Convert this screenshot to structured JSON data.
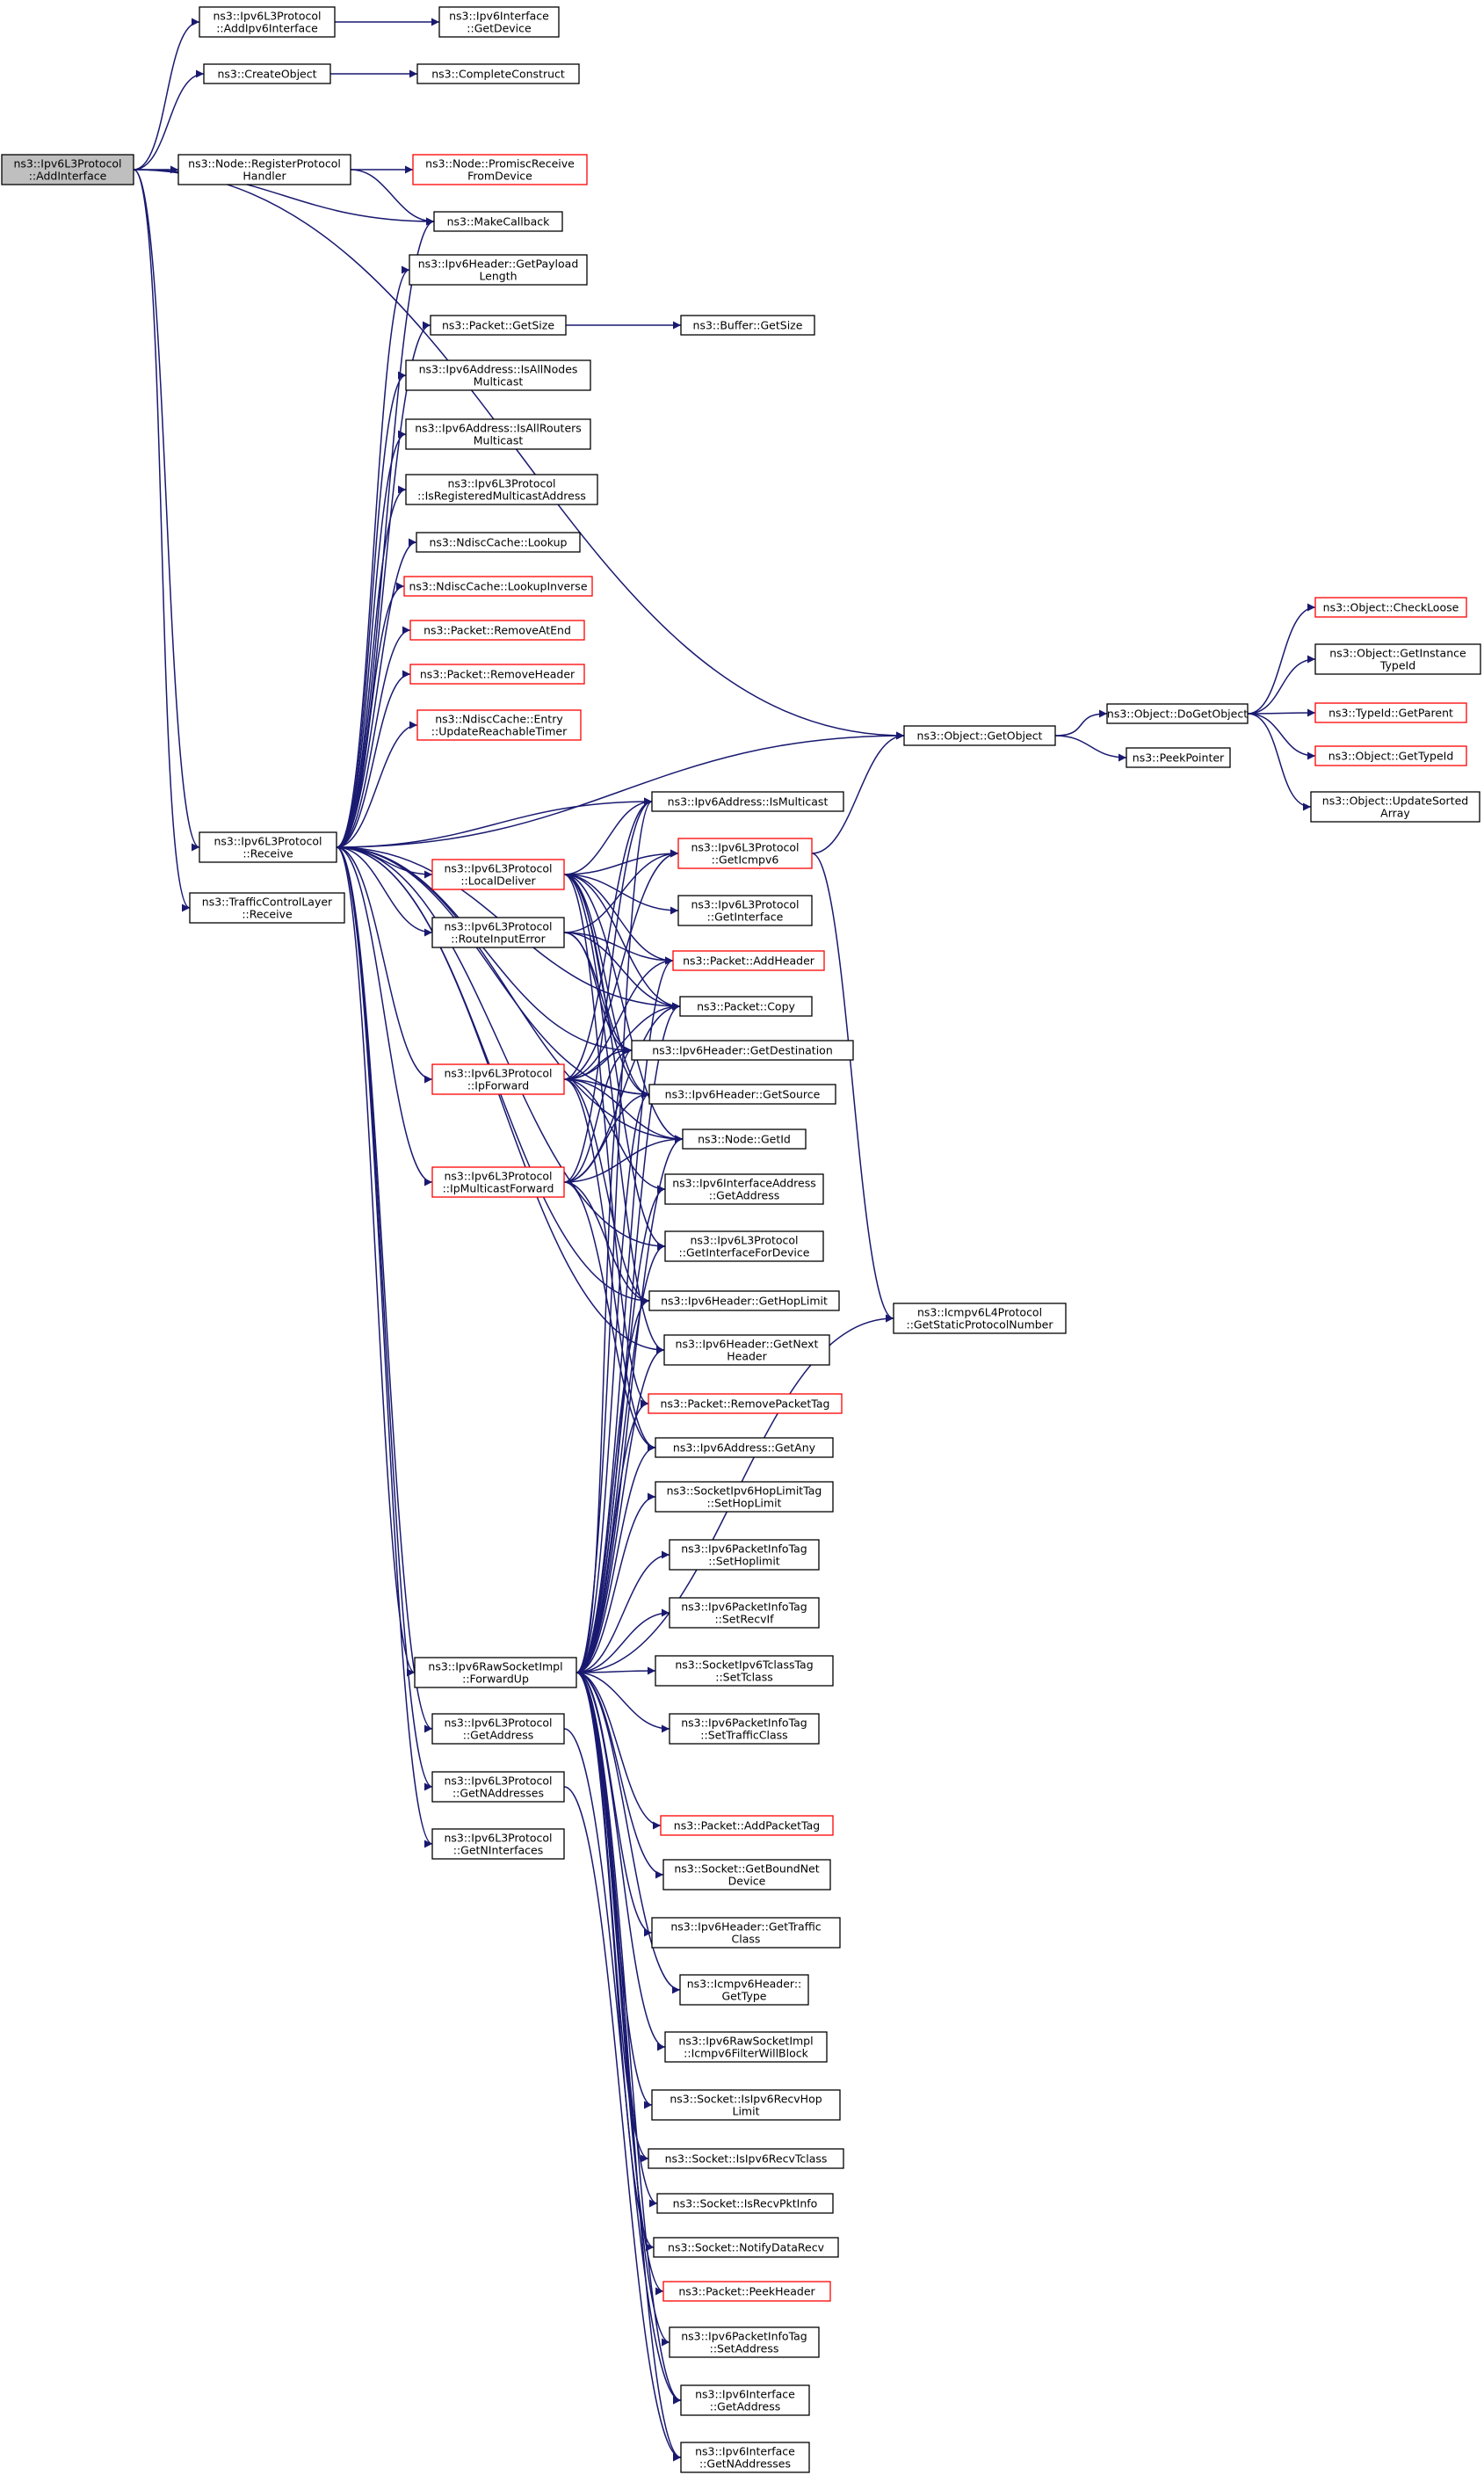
{
  "colors": {
    "edge": "#191970",
    "node_border": "#000000",
    "node_border_incomplete": "#ff0000",
    "root_fill": "#bfbfbf",
    "node_fill": "#ffffff"
  },
  "nodes": [
    {
      "id": "root",
      "lines": [
        "ns3::Ipv6L3Protocol",
        "::AddInterface"
      ],
      "root": true
    },
    {
      "id": "addipv6",
      "lines": [
        "ns3::Ipv6L3Protocol",
        "::AddIpv6Interface"
      ]
    },
    {
      "id": "ifgetdev",
      "lines": [
        "ns3::Ipv6Interface",
        "::GetDevice"
      ]
    },
    {
      "id": "createobj",
      "lines": [
        "ns3::CreateObject"
      ]
    },
    {
      "id": "complete",
      "lines": [
        "ns3::CompleteConstruct"
      ]
    },
    {
      "id": "regproto",
      "lines": [
        "ns3::Node::RegisterProtocol",
        "Handler"
      ]
    },
    {
      "id": "promisc",
      "lines": [
        "ns3::Node::PromiscReceive",
        "FromDevice"
      ],
      "incomplete": true
    },
    {
      "id": "makecb",
      "lines": [
        "ns3::MakeCallback"
      ]
    },
    {
      "id": "payload",
      "lines": [
        "ns3::Ipv6Header::GetPayload",
        "Length"
      ]
    },
    {
      "id": "pktsize",
      "lines": [
        "ns3::Packet::GetSize"
      ]
    },
    {
      "id": "bufsize",
      "lines": [
        "ns3::Buffer::GetSize"
      ]
    },
    {
      "id": "allnodes",
      "lines": [
        "ns3::Ipv6Address::IsAllNodes",
        "Multicast"
      ]
    },
    {
      "id": "allrouters",
      "lines": [
        "ns3::Ipv6Address::IsAllRouters",
        "Multicast"
      ]
    },
    {
      "id": "regmcast",
      "lines": [
        "ns3::Ipv6L3Protocol",
        "::IsRegisteredMulticastAddress"
      ]
    },
    {
      "id": "lookup",
      "lines": [
        "ns3::NdiscCache::Lookup"
      ]
    },
    {
      "id": "lookupinv",
      "lines": [
        "ns3::NdiscCache::LookupInverse"
      ],
      "incomplete": true
    },
    {
      "id": "rmend",
      "lines": [
        "ns3::Packet::RemoveAtEnd"
      ],
      "incomplete": true
    },
    {
      "id": "rmhdr",
      "lines": [
        "ns3::Packet::RemoveHeader"
      ],
      "incomplete": true
    },
    {
      "id": "reach",
      "lines": [
        "ns3::NdiscCache::Entry",
        "::UpdateReachableTimer"
      ],
      "incomplete": true
    },
    {
      "id": "getobj",
      "lines": [
        "ns3::Object::GetObject"
      ]
    },
    {
      "id": "dogetobj",
      "lines": [
        "ns3::Object::DoGetObject"
      ]
    },
    {
      "id": "peekptr",
      "lines": [
        "ns3::PeekPointer"
      ]
    },
    {
      "id": "checkloose",
      "lines": [
        "ns3::Object::CheckLoose"
      ],
      "incomplete": true
    },
    {
      "id": "getinsttid",
      "lines": [
        "ns3::Object::GetInstance",
        "TypeId"
      ]
    },
    {
      "id": "tidparent",
      "lines": [
        "ns3::TypeId::GetParent"
      ],
      "incomplete": true
    },
    {
      "id": "objtid",
      "lines": [
        "ns3::Object::GetTypeId"
      ],
      "incomplete": true
    },
    {
      "id": "sorted",
      "lines": [
        "ns3::Object::UpdateSorted",
        "Array"
      ]
    },
    {
      "id": "receive",
      "lines": [
        "ns3::Ipv6L3Protocol",
        "::Receive"
      ]
    },
    {
      "id": "tcl",
      "lines": [
        "ns3::TrafficControlLayer",
        "::Receive"
      ]
    },
    {
      "id": "ismcast",
      "lines": [
        "ns3::Ipv6Address::IsMulticast"
      ]
    },
    {
      "id": "localdeliver",
      "lines": [
        "ns3::Ipv6L3Protocol",
        "::LocalDeliver"
      ],
      "incomplete": true
    },
    {
      "id": "geticmp",
      "lines": [
        "ns3::Ipv6L3Protocol",
        "::GetIcmpv6"
      ],
      "incomplete": true
    },
    {
      "id": "getintf",
      "lines": [
        "ns3::Ipv6L3Protocol",
        "::GetInterface"
      ]
    },
    {
      "id": "routeerr",
      "lines": [
        "ns3::Ipv6L3Protocol",
        "::RouteInputError"
      ]
    },
    {
      "id": "addhdr",
      "lines": [
        "ns3::Packet::AddHeader"
      ],
      "incomplete": true
    },
    {
      "id": "copy",
      "lines": [
        "ns3::Packet::Copy"
      ]
    },
    {
      "id": "getdest",
      "lines": [
        "ns3::Ipv6Header::GetDestination"
      ]
    },
    {
      "id": "ipforward",
      "lines": [
        "ns3::Ipv6L3Protocol",
        "::IpForward"
      ],
      "incomplete": true
    },
    {
      "id": "getsrc",
      "lines": [
        "ns3::Ipv6Header::GetSource"
      ]
    },
    {
      "id": "nodeid",
      "lines": [
        "ns3::Node::GetId"
      ]
    },
    {
      "id": "ipmcast",
      "lines": [
        "ns3::Ipv6L3Protocol",
        "::IpMulticastForward"
      ],
      "incomplete": true
    },
    {
      "id": "ifaddrget",
      "lines": [
        "ns3::Ipv6InterfaceAddress",
        "::GetAddress"
      ]
    },
    {
      "id": "ifforeach",
      "lines": [
        "ns3::Ipv6L3Protocol",
        "::GetInterfaceForDevice"
      ]
    },
    {
      "id": "staticproto",
      "lines": [
        "ns3::Icmpv6L4Protocol",
        "::GetStaticProtocolNumber"
      ]
    },
    {
      "id": "hoplimit",
      "lines": [
        "ns3::Ipv6Header::GetHopLimit"
      ]
    },
    {
      "id": "nexthdr",
      "lines": [
        "ns3::Ipv6Header::GetNext",
        "Header"
      ]
    },
    {
      "id": "rmtag",
      "lines": [
        "ns3::Packet::RemovePacketTag"
      ],
      "incomplete": true
    },
    {
      "id": "getany",
      "lines": [
        "ns3::Ipv6Address::GetAny"
      ]
    },
    {
      "id": "sethop",
      "lines": [
        "ns3::SocketIpv6HopLimitTag",
        "::SetHopLimit"
      ]
    },
    {
      "id": "pisethop",
      "lines": [
        "ns3::Ipv6PacketInfoTag",
        "::SetHoplimit"
      ]
    },
    {
      "id": "setrecvif",
      "lines": [
        "ns3::Ipv6PacketInfoTag",
        "::SetRecvIf"
      ]
    },
    {
      "id": "raw",
      "lines": [
        "ns3::Ipv6RawSocketImpl",
        "::ForwardUp"
      ]
    },
    {
      "id": "settclass",
      "lines": [
        "ns3::SocketIpv6TclassTag",
        "::SetTclass"
      ]
    },
    {
      "id": "settraffic",
      "lines": [
        "ns3::Ipv6PacketInfoTag",
        "::SetTrafficClass"
      ]
    },
    {
      "id": "getaddr",
      "lines": [
        "ns3::Ipv6L3Protocol",
        "::GetAddress"
      ]
    },
    {
      "id": "getnaddr",
      "lines": [
        "ns3::Ipv6L3Protocol",
        "::GetNAddresses"
      ]
    },
    {
      "id": "getnif",
      "lines": [
        "ns3::Ipv6L3Protocol",
        "::GetNInterfaces"
      ]
    },
    {
      "id": "addtag",
      "lines": [
        "ns3::Packet::AddPacketTag"
      ],
      "incomplete": true
    },
    {
      "id": "boundnet",
      "lines": [
        "ns3::Socket::GetBoundNet",
        "Device"
      ]
    },
    {
      "id": "gettraffic",
      "lines": [
        "ns3::Ipv6Header::GetTraffic",
        "Class"
      ]
    },
    {
      "id": "icmptype",
      "lines": [
        "ns3::Icmpv6Header::",
        "GetType"
      ]
    },
    {
      "id": "filter",
      "lines": [
        "ns3::Ipv6RawSocketImpl",
        "::Icmpv6FilterWillBlock"
      ]
    },
    {
      "id": "isrecvhop",
      "lines": [
        "ns3::Socket::IsIpv6RecvHop",
        "Limit"
      ]
    },
    {
      "id": "isrecvtc",
      "lines": [
        "ns3::Socket::IsIpv6RecvTclass"
      ]
    },
    {
      "id": "isrecvpkt",
      "lines": [
        "ns3::Socket::IsRecvPktInfo"
      ]
    },
    {
      "id": "notify",
      "lines": [
        "ns3::Socket::NotifyDataRecv"
      ]
    },
    {
      "id": "peekhdr",
      "lines": [
        "ns3::Packet::PeekHeader"
      ],
      "incomplete": true
    },
    {
      "id": "pisetaddr",
      "lines": [
        "ns3::Ipv6PacketInfoTag",
        "::SetAddress"
      ]
    },
    {
      "id": "ifgetaddr",
      "lines": [
        "ns3::Ipv6Interface",
        "::GetAddress"
      ]
    },
    {
      "id": "ifgetnaddr",
      "lines": [
        "ns3::Ipv6Interface",
        "::GetNAddresses"
      ]
    }
  ],
  "edges": [
    [
      "root",
      "addipv6"
    ],
    [
      "root",
      "createobj"
    ],
    [
      "root",
      "getobj"
    ],
    [
      "root",
      "regproto"
    ],
    [
      "root",
      "makecb"
    ],
    [
      "root",
      "receive"
    ],
    [
      "root",
      "tcl"
    ],
    [
      "addipv6",
      "ifgetdev"
    ],
    [
      "createobj",
      "complete"
    ],
    [
      "regproto",
      "promisc"
    ],
    [
      "regproto",
      "makecb"
    ],
    [
      "getobj",
      "dogetobj"
    ],
    [
      "getobj",
      "peekptr"
    ],
    [
      "dogetobj",
      "checkloose"
    ],
    [
      "dogetobj",
      "getinsttid"
    ],
    [
      "dogetobj",
      "tidparent"
    ],
    [
      "dogetobj",
      "objtid"
    ],
    [
      "dogetobj",
      "sorted"
    ],
    [
      "pktsize",
      "bufsize"
    ],
    [
      "geticmp",
      "getobj"
    ],
    [
      "geticmp",
      "staticproto"
    ],
    [
      "receive",
      "makecb"
    ],
    [
      "receive",
      "payload"
    ],
    [
      "receive",
      "pktsize"
    ],
    [
      "receive",
      "allnodes"
    ],
    [
      "receive",
      "allrouters"
    ],
    [
      "receive",
      "regmcast"
    ],
    [
      "receive",
      "lookup"
    ],
    [
      "receive",
      "lookupinv"
    ],
    [
      "receive",
      "rmend"
    ],
    [
      "receive",
      "rmhdr"
    ],
    [
      "receive",
      "reach"
    ],
    [
      "receive",
      "getobj"
    ],
    [
      "receive",
      "ismcast"
    ],
    [
      "receive",
      "localdeliver"
    ],
    [
      "receive",
      "routeerr"
    ],
    [
      "receive",
      "ipforward"
    ],
    [
      "receive",
      "ipmcast"
    ],
    [
      "receive",
      "copy"
    ],
    [
      "receive",
      "getdest"
    ],
    [
      "receive",
      "getsrc"
    ],
    [
      "receive",
      "nodeid"
    ],
    [
      "receive",
      "ifforeach"
    ],
    [
      "receive",
      "hoplimit"
    ],
    [
      "receive",
      "nexthdr"
    ],
    [
      "receive",
      "raw"
    ],
    [
      "receive",
      "getaddr"
    ],
    [
      "receive",
      "getnaddr"
    ],
    [
      "receive",
      "getnif"
    ],
    [
      "localdeliver",
      "ismcast"
    ],
    [
      "localdeliver",
      "geticmp"
    ],
    [
      "localdeliver",
      "getintf"
    ],
    [
      "localdeliver",
      "addhdr"
    ],
    [
      "localdeliver",
      "copy"
    ],
    [
      "localdeliver",
      "getdest"
    ],
    [
      "localdeliver",
      "getsrc"
    ],
    [
      "localdeliver",
      "nodeid"
    ],
    [
      "localdeliver",
      "ifforeach"
    ],
    [
      "localdeliver",
      "nexthdr"
    ],
    [
      "localdeliver",
      "rmtag"
    ],
    [
      "routeerr",
      "addhdr"
    ],
    [
      "routeerr",
      "copy"
    ],
    [
      "routeerr",
      "getdest"
    ],
    [
      "routeerr",
      "getsrc"
    ],
    [
      "routeerr",
      "geticmp"
    ],
    [
      "ipforward",
      "ismcast"
    ],
    [
      "ipforward",
      "geticmp"
    ],
    [
      "ipforward",
      "addhdr"
    ],
    [
      "ipforward",
      "copy"
    ],
    [
      "ipforward",
      "getdest"
    ],
    [
      "ipforward",
      "getsrc"
    ],
    [
      "ipforward",
      "nodeid"
    ],
    [
      "ipforward",
      "ifaddrget"
    ],
    [
      "ipforward",
      "hoplimit"
    ],
    [
      "ipforward",
      "getany"
    ],
    [
      "ipmcast",
      "copy"
    ],
    [
      "ipmcast",
      "getdest"
    ],
    [
      "ipmcast",
      "getsrc"
    ],
    [
      "ipmcast",
      "nodeid"
    ],
    [
      "ipmcast",
      "hoplimit"
    ],
    [
      "ipmcast",
      "ismcast"
    ],
    [
      "ipmcast",
      "getany"
    ],
    [
      "raw",
      "ismcast"
    ],
    [
      "raw",
      "addhdr"
    ],
    [
      "raw",
      "copy"
    ],
    [
      "raw",
      "getdest"
    ],
    [
      "raw",
      "getsrc"
    ],
    [
      "raw",
      "nodeid"
    ],
    [
      "raw",
      "ifaddrget"
    ],
    [
      "raw",
      "ifforeach"
    ],
    [
      "raw",
      "hoplimit"
    ],
    [
      "raw",
      "nexthdr"
    ],
    [
      "raw",
      "rmtag"
    ],
    [
      "raw",
      "getany"
    ],
    [
      "raw",
      "sethop"
    ],
    [
      "raw",
      "pisethop"
    ],
    [
      "raw",
      "setrecvif"
    ],
    [
      "raw",
      "settclass"
    ],
    [
      "raw",
      "settraffic"
    ],
    [
      "raw",
      "staticproto"
    ],
    [
      "raw",
      "addtag"
    ],
    [
      "raw",
      "boundnet"
    ],
    [
      "raw",
      "gettraffic"
    ],
    [
      "raw",
      "icmptype"
    ],
    [
      "raw",
      "filter"
    ],
    [
      "raw",
      "isrecvhop"
    ],
    [
      "raw",
      "isrecvtc"
    ],
    [
      "raw",
      "isrecvpkt"
    ],
    [
      "raw",
      "notify"
    ],
    [
      "raw",
      "peekhdr"
    ],
    [
      "raw",
      "pisetaddr"
    ],
    [
      "raw",
      "ifgetaddr"
    ],
    [
      "raw",
      "ifgetnaddr"
    ],
    [
      "getaddr",
      "ifgetaddr"
    ],
    [
      "getnaddr",
      "ifgetnaddr"
    ]
  ]
}
